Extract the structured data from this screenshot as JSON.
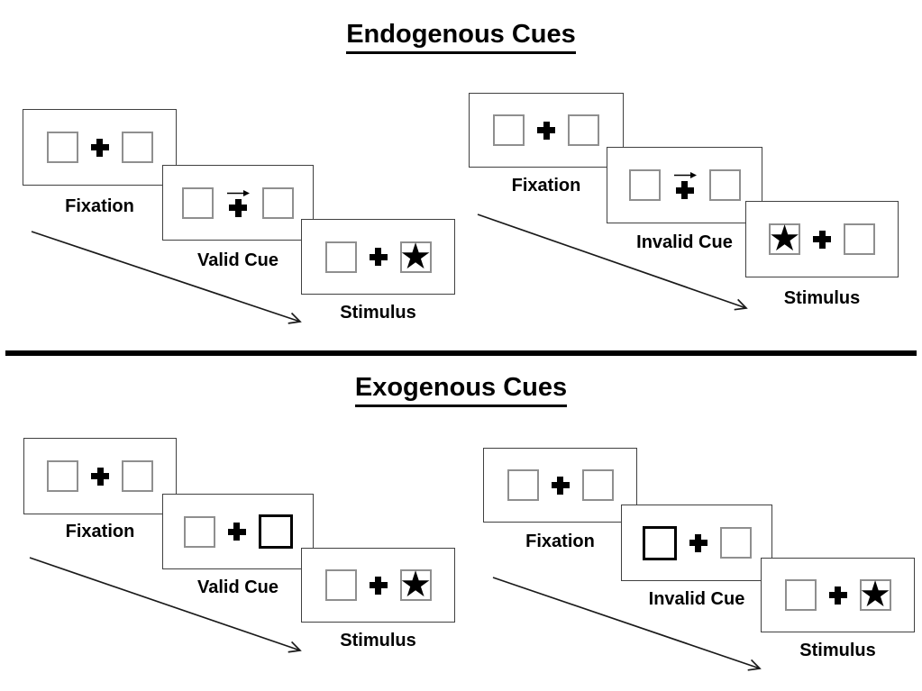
{
  "titles": {
    "endogenous": "Endogenous Cues",
    "exogenous": "Exogenous Cues"
  },
  "glyphs": {
    "star": "★"
  },
  "colors": {
    "background": "#ffffff",
    "card_border": "#404040",
    "placeholder_box_border": "#8f8f8f",
    "cue_highlight_border": "#000000",
    "ink": "#000000",
    "divider": "#000000"
  },
  "panels": {
    "endogenous_valid": {
      "fixation_label": "Fixation",
      "cue_label": "Valid Cue",
      "stimulus_label": "Stimulus",
      "cue_icon": "right-arrow-icon",
      "target_side": "right"
    },
    "endogenous_invalid": {
      "fixation_label": "Fixation",
      "cue_label": "Invalid Cue",
      "stimulus_label": "Stimulus",
      "cue_icon": "right-arrow-icon",
      "target_side": "left"
    },
    "exogenous_valid": {
      "fixation_label": "Fixation",
      "cue_label": "Valid Cue",
      "stimulus_label": "Stimulus",
      "cue_icon": "highlighted-box-right",
      "target_side": "right"
    },
    "exogenous_invalid": {
      "fixation_label": "Fixation",
      "cue_label": "Invalid Cue",
      "stimulus_label": "Stimulus",
      "cue_icon": "highlighted-box-left",
      "target_side": "right"
    }
  }
}
